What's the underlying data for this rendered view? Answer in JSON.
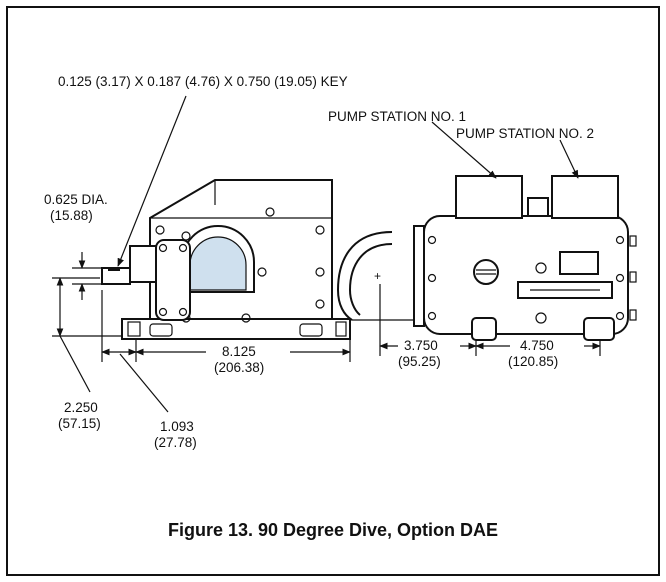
{
  "figure": {
    "caption": "Figure 13.  90 Degree Dive, Option DAE"
  },
  "labels": {
    "key": "0.125 (3.17) X 0.187 (4.76) X 0.750 (19.05) KEY",
    "pump_station_1": "PUMP STATION NO. 1",
    "pump_station_2": "PUMP STATION NO. 2",
    "shaft_dia": "0.625 DIA.",
    "shaft_dia_mm": "(15.88)",
    "height": "2.250",
    "height_mm": "(57.15)",
    "offset": "1.093",
    "offset_mm": "(27.78)",
    "base_length": "8.125",
    "base_length_mm": "(206.38)",
    "center_to_foot": "3.750",
    "center_to_foot_mm": "(95.25)",
    "foot_spacing": "4.750",
    "foot_spacing_mm": "(120.85)"
  }
}
